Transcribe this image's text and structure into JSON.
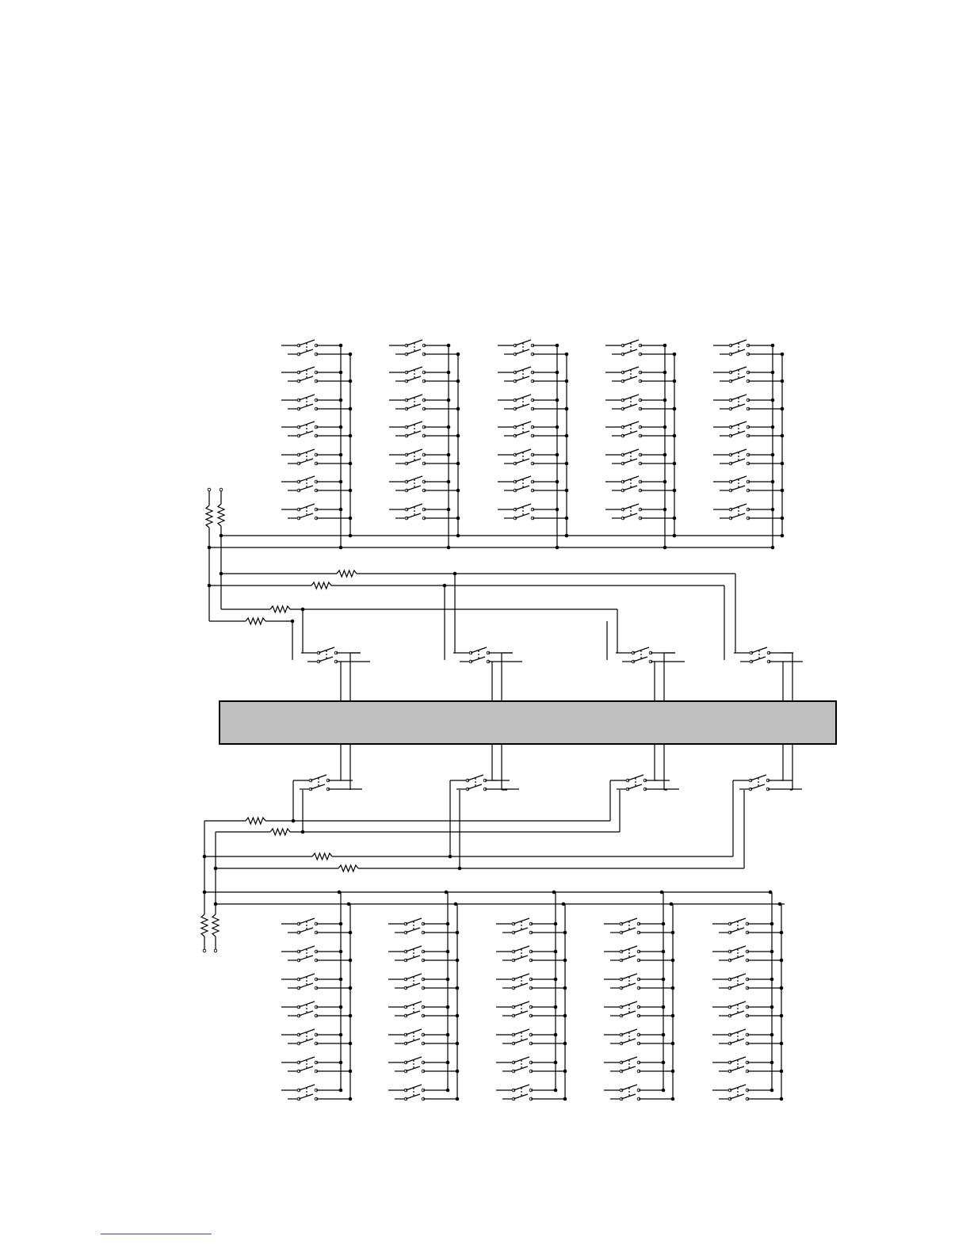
{
  "page": {
    "background": "#ffffff",
    "ink_color": "#000000",
    "band_color": "#c0c0c0",
    "footnote_rule_color": "#3344cc"
  },
  "diagram": {
    "type": "relay switching matrix schematic",
    "upper_bank": {
      "columns": 5,
      "switches_per_column": 7
    },
    "lower_bank": {
      "columns": 5,
      "switches_per_column": 7
    },
    "upper_crossover_relays": 4,
    "lower_crossover_relays": 4,
    "pull_up_resistors_upper": 2,
    "pull_up_resistors_lower": 2,
    "series_resistors_upper": 4,
    "series_resistors_lower": 4,
    "labels": []
  }
}
